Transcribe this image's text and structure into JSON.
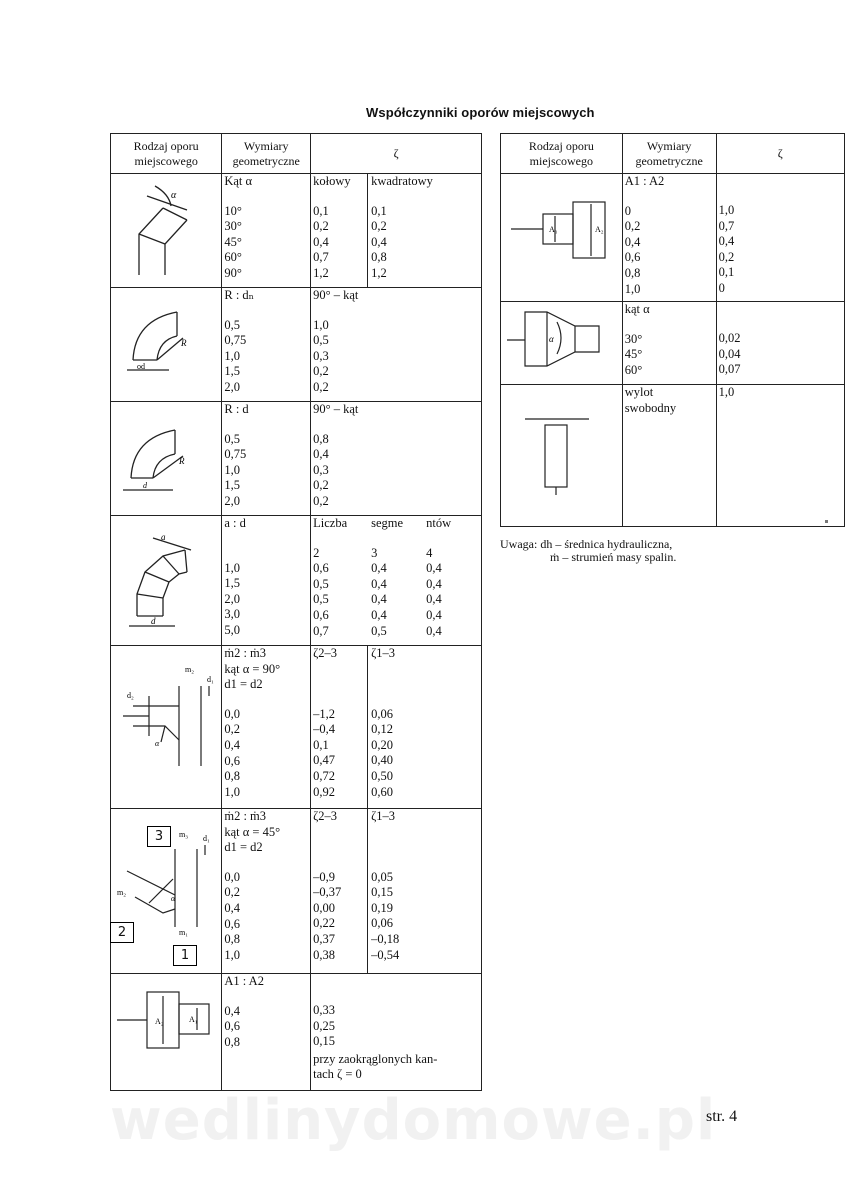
{
  "title": "Współczynniki oporów miejscowych",
  "left": {
    "headers": [
      "Rodzaj oporu miejscowego",
      "Wymiary geometryczne",
      "ζ"
    ],
    "r1": {
      "dim_title": "Kąt α",
      "col1_title": "kołowy",
      "col2_title": "kwadratowy",
      "dims": [
        "10°",
        "30°",
        "45°",
        "60°",
        "90°"
      ],
      "c1": [
        "0,1",
        "0,2",
        "0,4",
        "0,7",
        "1,2"
      ],
      "c2": [
        "0,1",
        "0,2",
        "0,4",
        "0,8",
        "1,2"
      ]
    },
    "r2": {
      "dim_title": "R : dₙ",
      "z_title": "90° – kąt",
      "dims": [
        "0,5",
        "0,75",
        "1,0",
        "1,5",
        "2,0"
      ],
      "c1": [
        "1,0",
        "0,5",
        "0,3",
        "0,2",
        "0,2"
      ]
    },
    "r3": {
      "dim_title": "R : d",
      "z_title": "90° – kąt",
      "dims": [
        "0,5",
        "0,75",
        "1,0",
        "1,5",
        "2,0"
      ],
      "c1": [
        "0,8",
        "0,4",
        "0,3",
        "0,2",
        "0,2"
      ]
    },
    "r4": {
      "dim_title": "a : d",
      "z_title": [
        "Liczba",
        "segme",
        "ntów"
      ],
      "counts": [
        "2",
        "3",
        "4"
      ],
      "dims": [
        "1,0",
        "1,5",
        "2,0",
        "3,0",
        "5,0"
      ],
      "c1": [
        "0,6",
        "0,5",
        "0,5",
        "0,6",
        "0,7"
      ],
      "c2": [
        "0,4",
        "0,4",
        "0,4",
        "0,4",
        "0,5"
      ],
      "c3": [
        "0,4",
        "0,4",
        "0,4",
        "0,4",
        "0,4"
      ]
    },
    "r5": {
      "dim_title": [
        "ṁ2 : ṁ3",
        "kąt α = 90°",
        "d1 = d2"
      ],
      "col1_title": "ζ2–3",
      "col2_title": "ζ1–3",
      "dims": [
        "0,0",
        "0,2",
        "0,4",
        "0,6",
        "0,8",
        "1,0"
      ],
      "c1": [
        "–1,2",
        "–0,4",
        "0,1",
        "0,47",
        "0,72",
        "0,92"
      ],
      "c2": [
        "0,06",
        "0,12",
        "0,20",
        "0,40",
        "0,50",
        "0,60"
      ]
    },
    "r6": {
      "dim_title": [
        "ṁ2 : ṁ3",
        "kąt α = 45°",
        "d1 = d2"
      ],
      "col1_title": "ζ2–3",
      "col2_title": "ζ1–3",
      "dims": [
        "0,0",
        "0,2",
        "0,4",
        "0,6",
        "0,8",
        "1,0"
      ],
      "c1": [
        "–0,9",
        "–0,37",
        "0,00",
        "0,22",
        "0,37",
        "0,38"
      ],
      "c2": [
        "0,05",
        "0,15",
        "0,19",
        "0,06",
        "–0,18",
        "–0,54"
      ],
      "labels": [
        "3",
        "2",
        "1"
      ]
    },
    "r7": {
      "dim_title": "A1 : A2",
      "dims": [
        "0,4",
        "0,6",
        "0,8"
      ],
      "c1": [
        "0,33",
        "0,25",
        "0,15"
      ],
      "note": [
        "przy zaokrąglonych kan-",
        "tach ζ = 0"
      ]
    }
  },
  "right": {
    "headers": [
      "Rodzaj oporu miejscowego",
      "Wymiary geometryczne",
      "ζ"
    ],
    "r1": {
      "dim_title": "A1 : A2",
      "dims": [
        "0",
        "0,2",
        "0,4",
        "0,6",
        "0,8",
        "1,0"
      ],
      "c1": [
        "1,0",
        "0,7",
        "0,4",
        "0,2",
        "0,1",
        "0"
      ]
    },
    "r2": {
      "dim_title": "kąt α",
      "dims": [
        "30°",
        "45°",
        "60°"
      ],
      "c1": [
        "0,02",
        "0,04",
        "0,07"
      ]
    },
    "r3": {
      "dim_title": [
        "wylot",
        "swobodny"
      ],
      "c1": "1,0"
    }
  },
  "note": {
    "line1": "Uwaga: dh – średnica hydrauliczna,",
    "line2": "ṁ – strumień masy spalin."
  },
  "footer": "str. 4",
  "watermark": "wedlinydomowe.pl",
  "icons": [
    "elbow-angle-diagram",
    "elbow-rd-diagram",
    "segmented-elbow-diagram",
    "tee-90-diagram",
    "tee-45-diagram",
    "contraction-diagram",
    "expansion-diagram",
    "diffuser-diagram",
    "free-outlet-diagram"
  ]
}
